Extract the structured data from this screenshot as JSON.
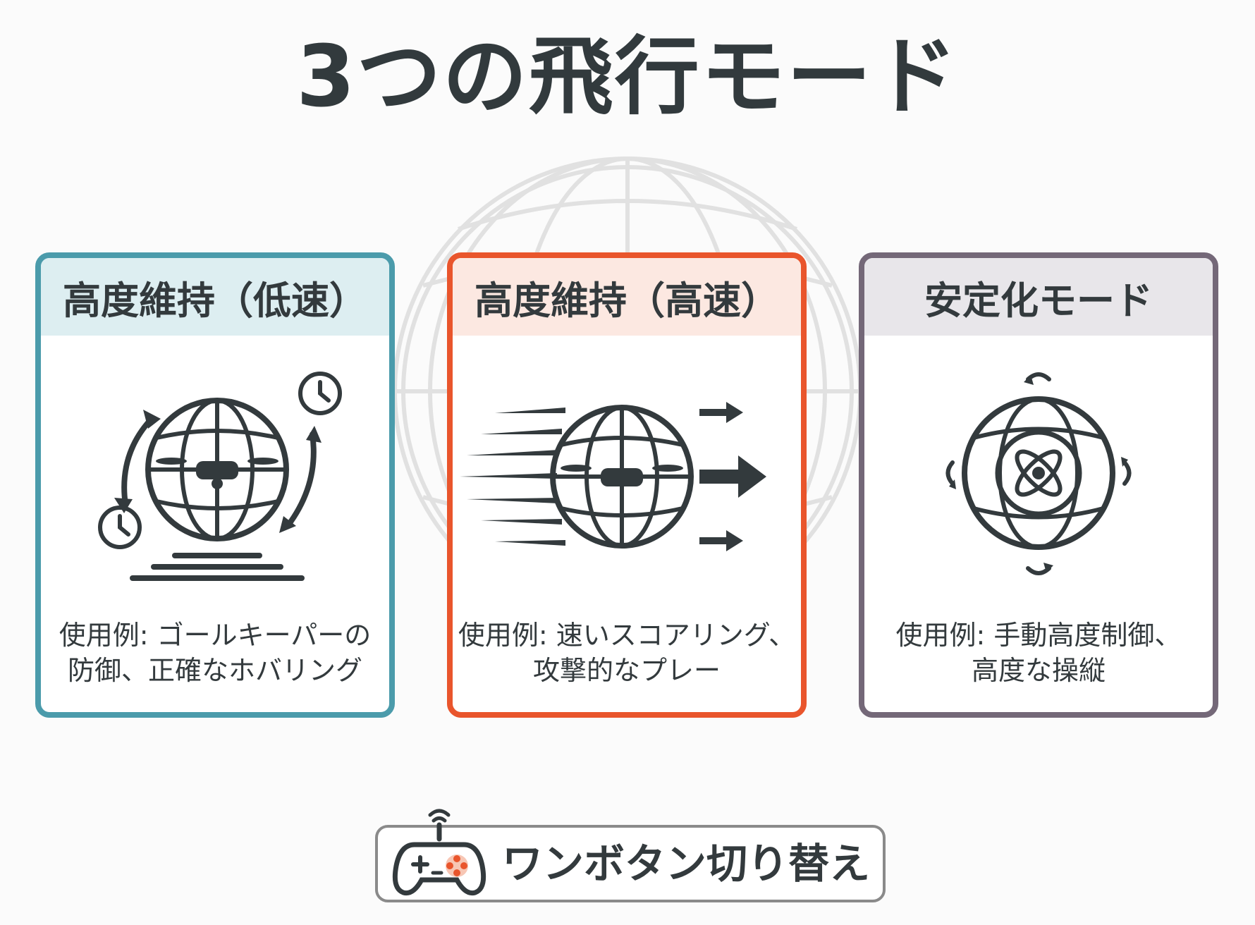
{
  "title": "3つの飛行モード",
  "modes": [
    {
      "name": "高度維持（低速）",
      "usage_line1": "使用例: ゴールキーパーの",
      "usage_line2": "防御、正確なホバリング",
      "color": "#4b9bab"
    },
    {
      "name": "高度維持（高速）",
      "usage_line1": "使用例: 速いスコアリング、",
      "usage_line2": "攻撃的なプレー",
      "color": "#e9552c"
    },
    {
      "name": "安定化モード",
      "usage_line1": "使用例: 手動高度制御、",
      "usage_line2": "高度な操縦",
      "color": "#746878"
    }
  ],
  "switch": {
    "label": "ワンボタン切り替え",
    "icon": "gamepad-antenna-icon"
  },
  "icons": [
    "drone-ball-icon",
    "clock-icon",
    "rotate-arrows-icon",
    "speed-lines-icon",
    "right-arrow-icon",
    "gyro-atom-icon"
  ]
}
